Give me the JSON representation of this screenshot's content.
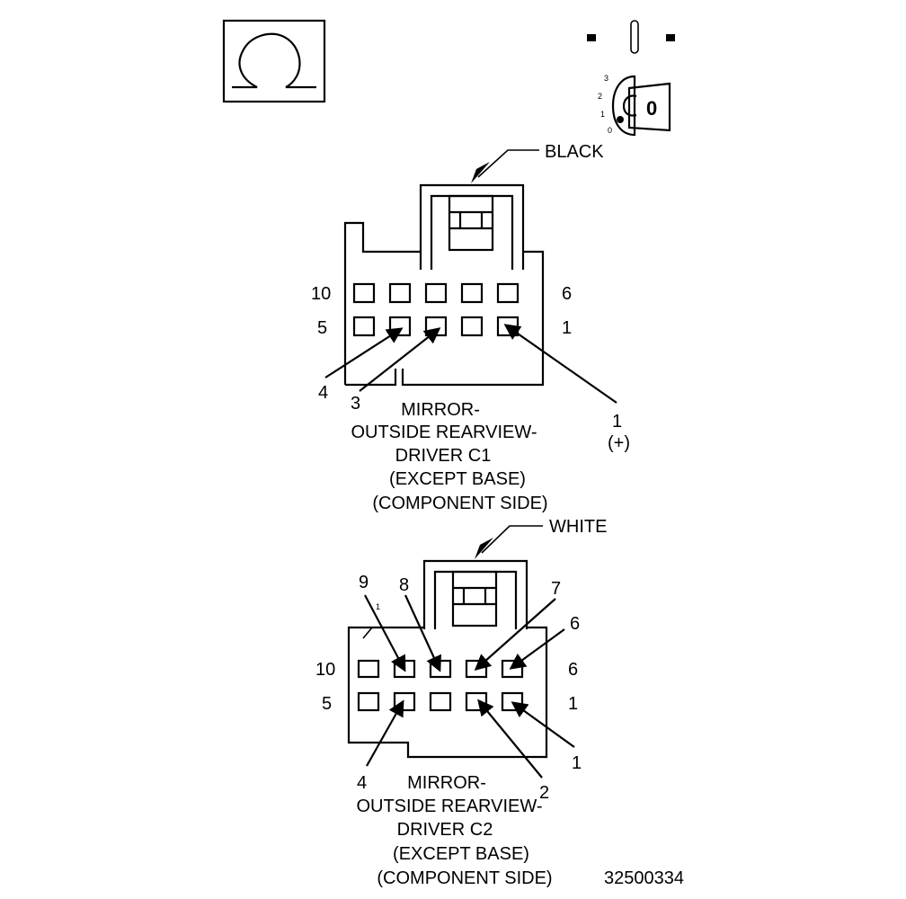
{
  "top_right_key": {
    "key_position_label": "0",
    "scale_labels": [
      "3",
      "2",
      "1",
      "0"
    ]
  },
  "connector_c1": {
    "color_label": "BLACK",
    "row_top_left": "10",
    "row_top_right": "6",
    "row_bottom_left": "5",
    "row_bottom_right": "1",
    "callout_4": "4",
    "callout_3": "3",
    "callout_1": "1",
    "callout_1_note": "(+)",
    "title_lines": [
      "MIRROR-",
      "OUTSIDE REARVIEW-",
      "DRIVER C1",
      "(EXCEPT BASE)",
      "(COMPONENT SIDE)"
    ]
  },
  "connector_c2": {
    "color_label": "WHITE",
    "row_top_left": "10",
    "row_top_right": "6",
    "row_bottom_left": "5",
    "row_bottom_right": "1",
    "callout_9": "9",
    "callout_8": "8",
    "callout_7": "7",
    "callout_6": "6",
    "callout_4": "4",
    "callout_2": "2",
    "callout_1": "1",
    "title_lines": [
      "MIRROR-",
      "OUTSIDE REARVIEW-",
      "DRIVER C2",
      "(EXCEPT BASE)",
      "(COMPONENT SIDE)"
    ]
  },
  "figure_number": "32500334"
}
